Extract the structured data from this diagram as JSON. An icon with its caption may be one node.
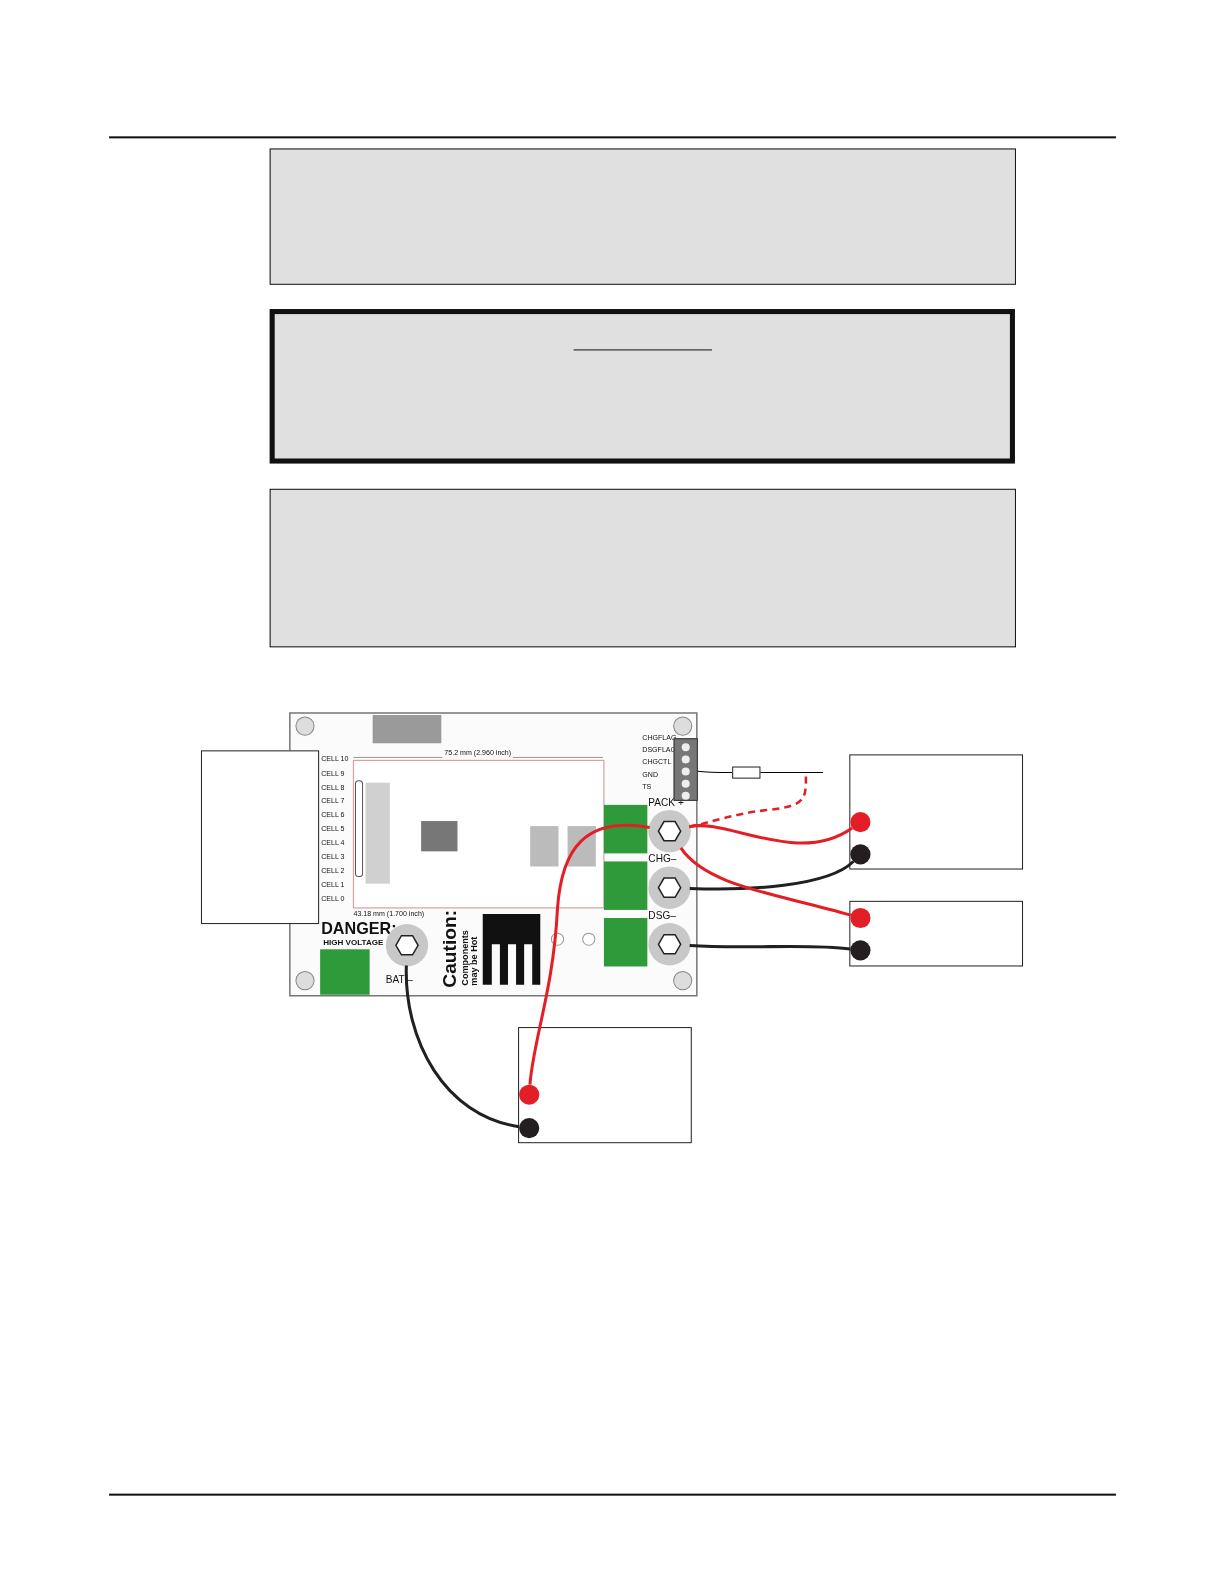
{
  "diagram": {
    "nodes": [
      {
        "text": [],
        "shape": "box"
      },
      {
        "text": [],
        "shape": "box"
      },
      {
        "text": [],
        "shape": "box"
      },
      {
        "text": [],
        "shape": "box"
      },
      {
        "text": [],
        "shape": "box"
      },
      {
        "text": [],
        "shape": "box"
      },
      {
        "text": [],
        "shape": "box"
      },
      {
        "text": [],
        "shape": "circle",
        "in": 4
      },
      {
        "text": [],
        "shape": "circle",
        "in": 4
      },
      {
        "text": [],
        "shape": "circle",
        "in": 5
      },
      {
        "text": [],
        "shape": "circle",
        "in": 5
      },
      {
        "text": [],
        "shape": "circle",
        "in": 6
      },
      {
        "text": [],
        "shape": "circle",
        "in": 6
      },
      {
        "text": [
          "PACK +"
        ]
      },
      {
        "text": [
          "CHG–"
        ]
      },
      {
        "text": [
          "DSG–"
        ]
      },
      {
        "text": [
          "BAT –"
        ]
      },
      {
        "text": [],
        "shape": "box"
      },
      {
        "text": [],
        "shape": "box"
      }
    ],
    "edges": [
      {
        "from": 13,
        "to": 7,
        "arrow": "none",
        "color": "#e41e26"
      },
      {
        "from": 14,
        "to": 8,
        "arrow": "none",
        "color": "#231f20"
      },
      {
        "from": 13,
        "to": 9,
        "arrow": "none",
        "color": "#e41e26"
      },
      {
        "from": 15,
        "to": 10,
        "arrow": "none",
        "color": "#231f20"
      },
      {
        "from": 13,
        "to": 11,
        "arrow": "none",
        "color": "#e41e26"
      },
      {
        "from": 16,
        "to": 12,
        "arrow": "none",
        "color": "#231f20"
      },
      {
        "from": 17,
        "to": 18,
        "arrow": "none",
        "color": "#000000"
      },
      {
        "from": 18,
        "to": null,
        "arrow": "none",
        "color": "#000000"
      },
      {
        "from": 13,
        "to": null,
        "arrow": "none",
        "style": "dashed",
        "color": "#e41e26"
      }
    ],
    "labels": [
      "75.2 mm (2.960 inch)",
      "CHGFLAG",
      "DSGFLAG",
      "CHGCTL",
      "GND",
      "TS",
      "CELL 10",
      "CELL 9",
      "CELL 8",
      "CELL 7",
      "CELL 6",
      "CELL 5",
      "CELL 4",
      "CELL 3",
      "CELL 2",
      "CELL 1",
      "CELL 0",
      "43.18 mm (1.700 inch)",
      "DANGER:",
      "HIGH VOLTAGE",
      "Caution:",
      "Components may be Hot"
    ]
  }
}
